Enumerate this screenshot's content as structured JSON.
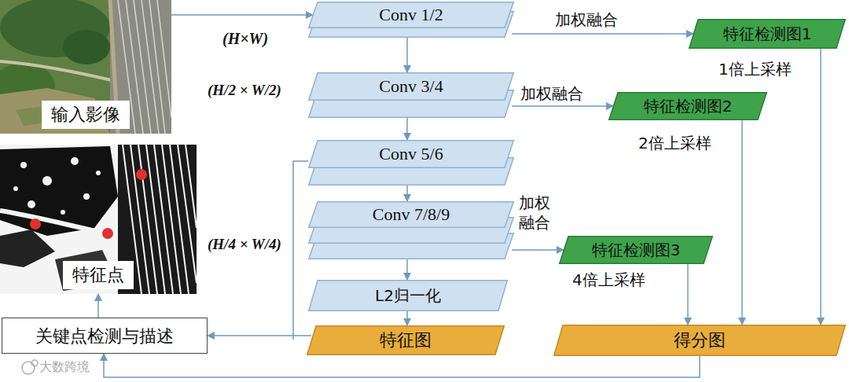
{
  "diagram": {
    "nodes": [
      {
        "text": [
          "输入影像"
        ]
      },
      {
        "text": [
          "Conv 1/2"
        ]
      },
      {
        "text": [
          "特征检测图1"
        ]
      },
      {
        "text": [
          "Conv 3/4"
        ]
      },
      {
        "text": [
          "特征检测图2"
        ]
      },
      {
        "text": [
          "特征点"
        ]
      },
      {
        "text": [
          "Conv 5/6"
        ]
      },
      {
        "text": [
          "Conv 7/8/9"
        ]
      },
      {
        "text": [
          "特征检测图3"
        ]
      },
      {
        "text": [
          "L2归一化"
        ]
      },
      {
        "text": [
          "关键点检测与描述"
        ]
      },
      {
        "text": [
          "特征图"
        ]
      },
      {
        "text": [
          "得分图"
        ]
      }
    ],
    "edges": [
      {
        "from": 0,
        "to": 1,
        "arrow": "to"
      },
      {
        "from": 1,
        "to": 3,
        "arrow": "to"
      },
      {
        "from": 3,
        "to": 6,
        "arrow": "to"
      },
      {
        "from": 6,
        "to": 7,
        "arrow": "to"
      },
      {
        "from": 7,
        "to": 9,
        "arrow": "to"
      },
      {
        "from": 9,
        "to": 11,
        "arrow": "to"
      },
      {
        "from": 1,
        "to": 2,
        "label": "加权融合",
        "arrow": "to"
      },
      {
        "from": 3,
        "to": 4,
        "label": "加权融合",
        "arrow": "to"
      },
      {
        "from": 7,
        "to": 8,
        "label": "加权 融合",
        "arrow": "to"
      },
      {
        "from": 2,
        "to": 12,
        "label": "1倍上采样",
        "arrow": "to"
      },
      {
        "from": 4,
        "to": 12,
        "label": "2倍上采样",
        "arrow": "to"
      },
      {
        "from": 8,
        "to": 12,
        "label": "4倍上采样",
        "arrow": "to"
      },
      {
        "from": 11,
        "to": 10,
        "arrow": "to"
      },
      {
        "from": 12,
        "to": 10,
        "arrow": "to"
      },
      {
        "from": 10,
        "to": 5,
        "arrow": "to"
      }
    ],
    "labels": [
      "(H×W)",
      "(H/2 × W/2)",
      "(H/4 × W/4)",
      "大数跨境"
    ]
  }
}
